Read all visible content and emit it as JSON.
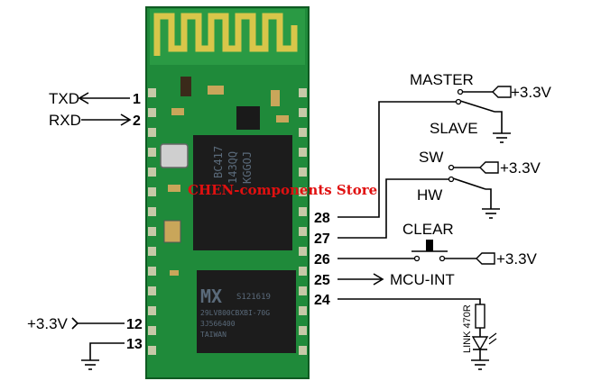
{
  "module": {
    "chip_top_lines": [
      "BC417",
      "143QQ",
      "KGGOJ"
    ],
    "chip_mx_logo": "MX",
    "chip_bottom_lines": [
      "S121619",
      "29LV800CBXBI-70G",
      "3J566400",
      "TAIWAN"
    ]
  },
  "watermark": "CHEN-components Store",
  "left_pins": {
    "txd": {
      "label": "TXD",
      "pin": "1"
    },
    "rxd": {
      "label": "RXD",
      "pin": "2"
    },
    "vcc": {
      "label": "+3.3V",
      "pin": "12"
    },
    "gnd": {
      "pin": "13"
    }
  },
  "right_pins": {
    "p28": "28",
    "p27": "27",
    "p26": "26",
    "p25": "25",
    "p24": "24"
  },
  "labels": {
    "master": "MASTER",
    "slave": "SLAVE",
    "sw": "SW",
    "hw": "HW",
    "clear": "CLEAR",
    "mcu_int": "MCU-INT",
    "link_resistor": "LINK 470R",
    "vcc_master": "+3.3V",
    "vcc_sw": "+3.3V",
    "vcc_clear": "+3.3V"
  }
}
